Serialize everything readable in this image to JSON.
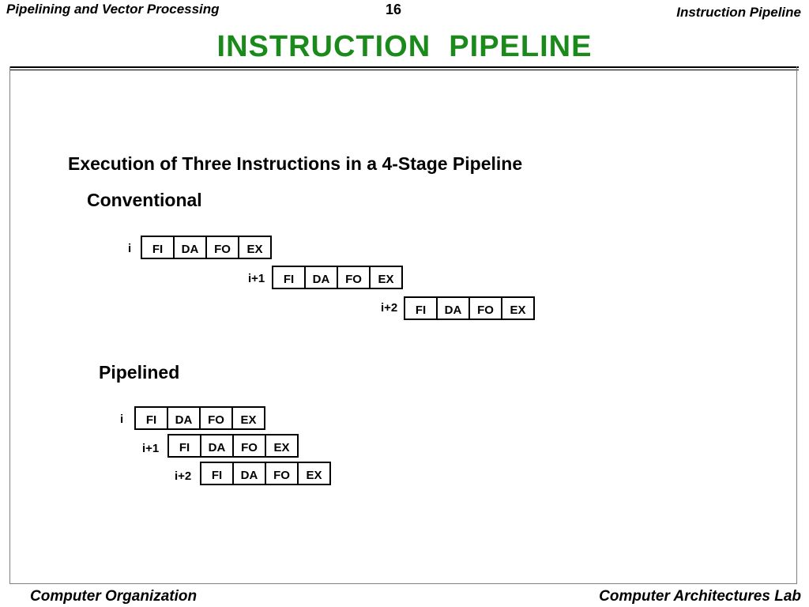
{
  "header": {
    "left": "Pipelining and Vector Processing",
    "page_number": "16",
    "right": "Instruction Pipeline"
  },
  "title": "INSTRUCTION  PIPELINE",
  "heading": "Execution of Three Instructions in a 4-Stage Pipeline",
  "conventional": {
    "label": "Conventional",
    "rows": [
      {
        "label": "i",
        "stages": [
          "FI",
          "DA",
          "FO",
          "EX"
        ]
      },
      {
        "label": "i+1",
        "stages": [
          "FI",
          "DA",
          "FO",
          "EX"
        ]
      },
      {
        "label": "i+2",
        "stages": [
          "FI",
          "DA",
          "FO",
          "EX"
        ]
      }
    ]
  },
  "pipelined": {
    "label": "Pipelined",
    "rows": [
      {
        "label": "i",
        "stages": [
          "FI",
          "DA",
          "FO",
          "EX"
        ]
      },
      {
        "label": "i+1",
        "stages": [
          "FI",
          "DA",
          "FO",
          "EX"
        ]
      },
      {
        "label": "i+2",
        "stages": [
          "FI",
          "DA",
          "FO",
          "EX"
        ]
      }
    ]
  },
  "footer": {
    "left": "Computer Organization",
    "right": "Computer Architectures Lab"
  }
}
